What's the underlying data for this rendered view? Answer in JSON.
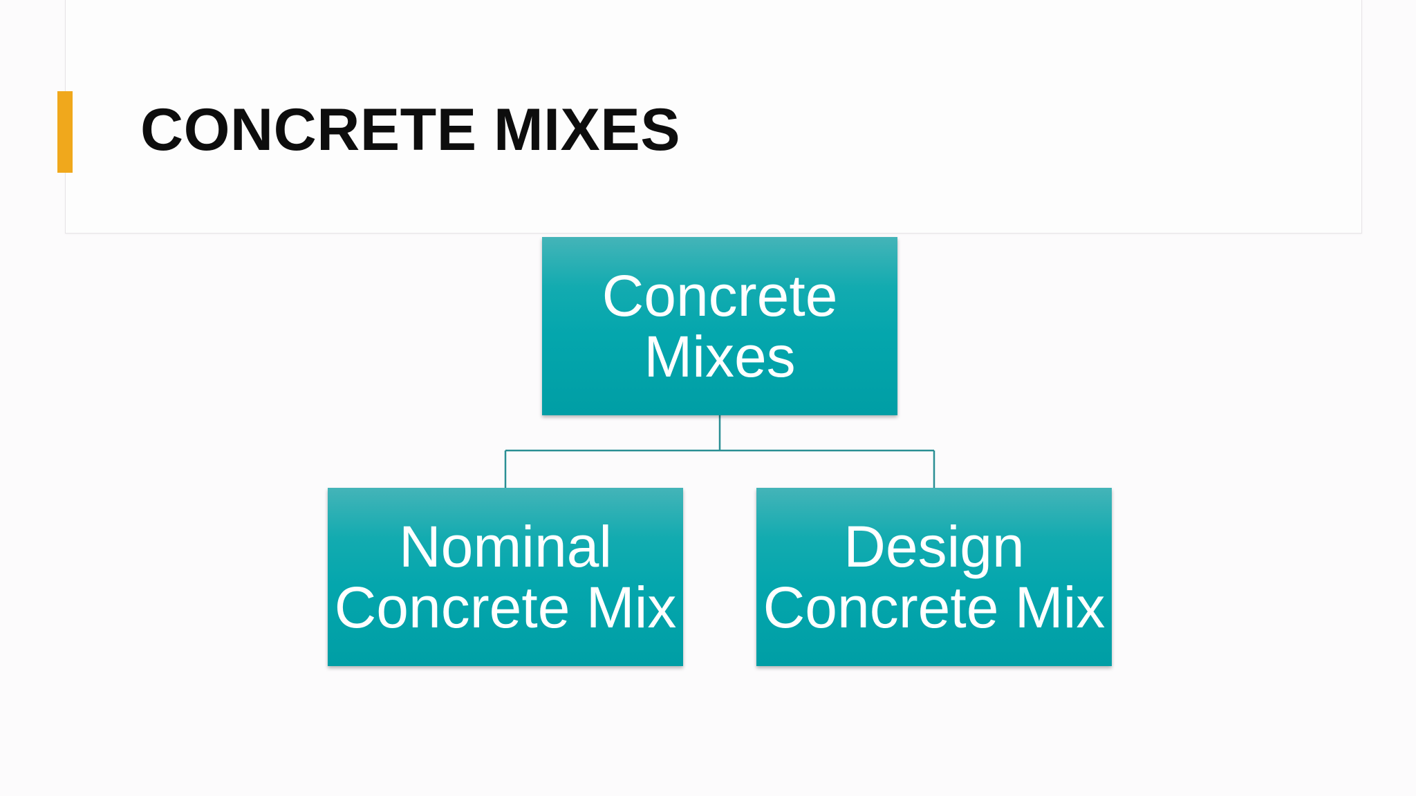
{
  "slide": {
    "title": "CONCRETE MIXES",
    "accent_color": "#f0a81c"
  },
  "diagram": {
    "type": "hierarchy",
    "node_color": "#04a6ad",
    "connector_color": "#2a8f94",
    "root": {
      "label": "Concrete\nMixes"
    },
    "children": [
      {
        "label": "Nominal\nConcrete Mix"
      },
      {
        "label": "Design\nConcrete Mix"
      }
    ]
  }
}
